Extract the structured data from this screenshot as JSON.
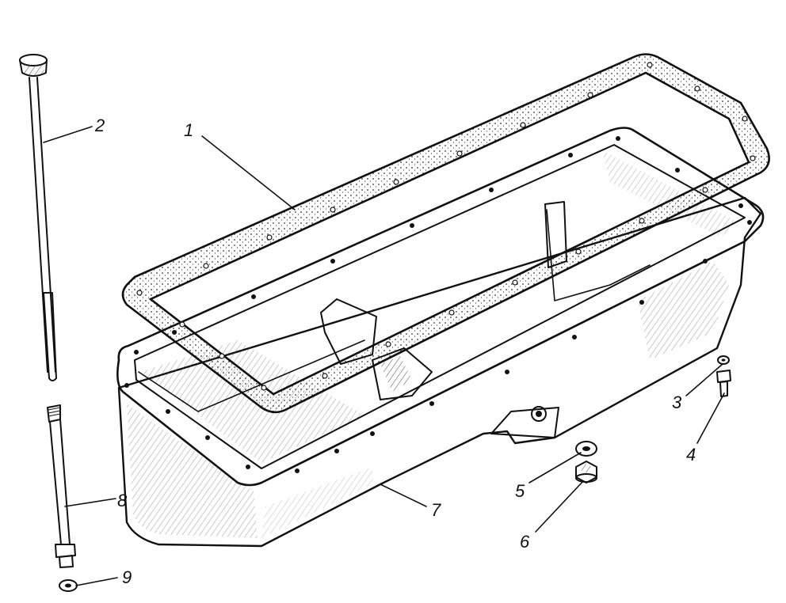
{
  "figure": {
    "colors": {
      "ink": "#111111",
      "paper": "#ffffff",
      "hatch": "#555555"
    },
    "callouts": [
      {
        "id": "gasket",
        "label": "1"
      },
      {
        "id": "dipstick",
        "label": "2"
      },
      {
        "id": "washer-small",
        "label": "3"
      },
      {
        "id": "bolt",
        "label": "4"
      },
      {
        "id": "drain-washer",
        "label": "5"
      },
      {
        "id": "drain-plug",
        "label": "6"
      },
      {
        "id": "oil-pan",
        "label": "7"
      },
      {
        "id": "guide-tube",
        "label": "8"
      },
      {
        "id": "tube-washer",
        "label": "9"
      }
    ]
  }
}
